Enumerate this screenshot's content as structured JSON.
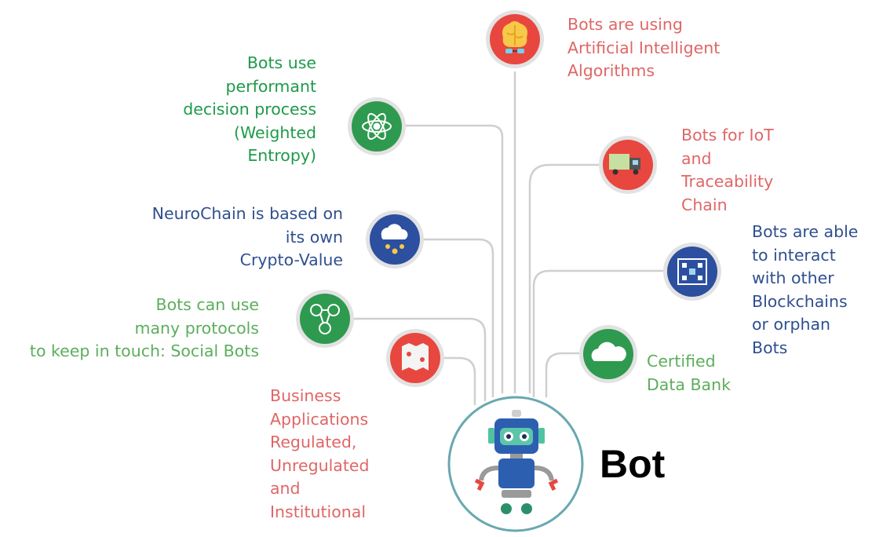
{
  "colors": {
    "connector": "#cfcfcf",
    "red_ring": "#e2e2e2",
    "red_fill": "#e8473f",
    "green_fill": "#2e9a4f",
    "blue_fill": "#2c4fa0",
    "center_ring": "#6aa8b0",
    "text_red": "#e06666",
    "text_green_dark": "#1e9a4a",
    "text_green_light": "#5cae5c",
    "text_blue": "#2f4f8f"
  },
  "center": {
    "title": "Bot",
    "icon": "robot-icon"
  },
  "nodes": [
    {
      "id": "ai",
      "icon": "brain-icon",
      "theme": "red",
      "text": "Bots are using\nArtificial Intelligent\nAlgorithms"
    },
    {
      "id": "decision",
      "icon": "atom-icon",
      "theme": "green",
      "text": "Bots use\nperformant\ndecision process\n(Weighted\nEntropy)"
    },
    {
      "id": "iot",
      "icon": "truck-icon",
      "theme": "red",
      "text": "Bots for IoT\nand\nTraceability\nChain"
    },
    {
      "id": "crypto",
      "icon": "cloud-coins-icon",
      "theme": "blue",
      "text": "NeuroChain is based on\nits own\nCrypto-Value"
    },
    {
      "id": "interop",
      "icon": "network-icon",
      "theme": "blue",
      "text": "Bots are able\nto interact\nwith other\nBlockchains\nor orphan\nBots"
    },
    {
      "id": "social",
      "icon": "people-network-icon",
      "theme": "green",
      "text": "Bots can use\nmany protocols\nto keep in touch: Social Bots"
    },
    {
      "id": "business",
      "icon": "map-pins-icon",
      "theme": "red",
      "text": "Business\nApplications\nRegulated,\nUnregulated\nand\nInstitutional"
    },
    {
      "id": "databank",
      "icon": "cloud-icon",
      "theme": "green",
      "text": "Certified\nData Bank"
    }
  ]
}
